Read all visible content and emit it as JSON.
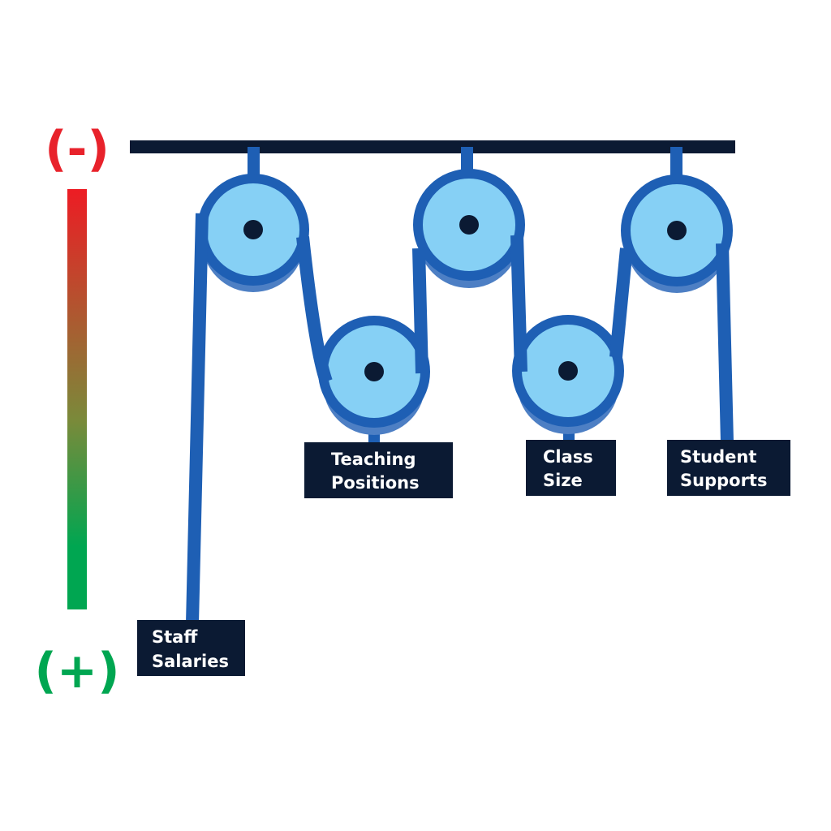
{
  "scale": {
    "top_label": "(-)",
    "bottom_label": "(+)",
    "top_color": "#e8222b",
    "bottom_color": "#00a651"
  },
  "colors": {
    "beam": "#0b1a33",
    "rope": "#1e5fb4",
    "pulley_fill": "#86d0f5",
    "pulley_shadow": "#4d7fc4",
    "axle": "#0b1a33",
    "label_box": "#0b1a33"
  },
  "labels": {
    "staff_salaries": [
      "Staff",
      "Salaries"
    ],
    "teaching_positions": [
      "Teaching",
      "Positions"
    ],
    "class_size": [
      "Class",
      "Size"
    ],
    "student_supports": [
      "Student",
      "Supports"
    ]
  }
}
